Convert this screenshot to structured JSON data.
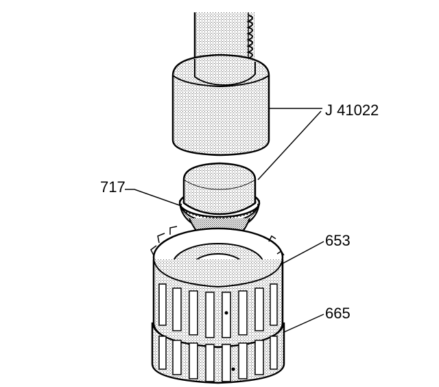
{
  "diagram": {
    "callouts": {
      "tool": "J 41022",
      "part_717": "717",
      "part_653": "653",
      "part_665": "665"
    },
    "colors": {
      "ink": "#000000",
      "stipple": "#9a9a9a",
      "background": "#ffffff"
    }
  }
}
